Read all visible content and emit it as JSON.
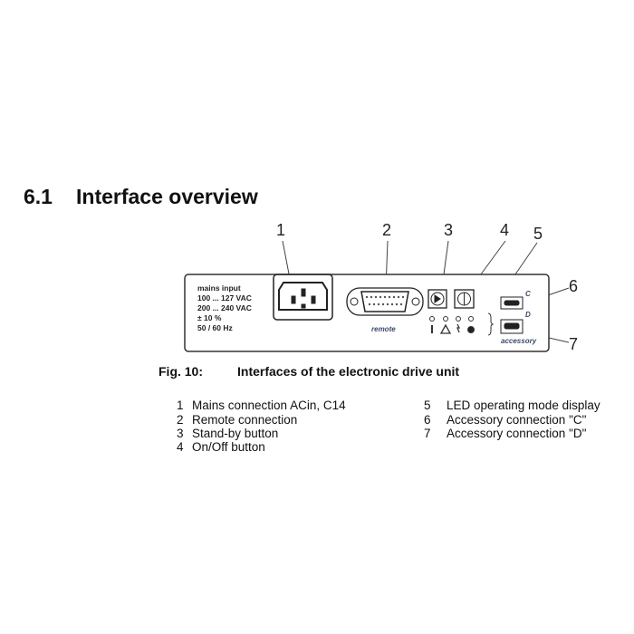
{
  "section": {
    "number": "6.1",
    "title": "Interface overview"
  },
  "figure": {
    "callouts": [
      "1",
      "2",
      "3",
      "4",
      "5",
      "6",
      "7"
    ],
    "panel": {
      "mains_label": [
        "mains input",
        "100 ... 127 VAC",
        "200 ... 240 VAC",
        "± 10 %",
        "50 / 60 Hz"
      ],
      "remote_label": "remote",
      "port_c_label": "C",
      "port_d_label": "D",
      "accessory_label": "accessory"
    },
    "caption_number": "Fig. 10:",
    "caption_text": "Interfaces of the electronic drive unit"
  },
  "legend": {
    "left": [
      {
        "num": "1",
        "text": "Mains connection ACin, C14"
      },
      {
        "num": "2",
        "text": "Remote connection"
      },
      {
        "num": "3",
        "text": "Stand-by button"
      },
      {
        "num": "4",
        "text": "On/Off button"
      }
    ],
    "right": [
      {
        "num": "5",
        "text": "LED operating mode display"
      },
      {
        "num": "6",
        "text": "Accessory connection \"C\""
      },
      {
        "num": "7",
        "text": "Accessory connection \"D\""
      }
    ]
  }
}
